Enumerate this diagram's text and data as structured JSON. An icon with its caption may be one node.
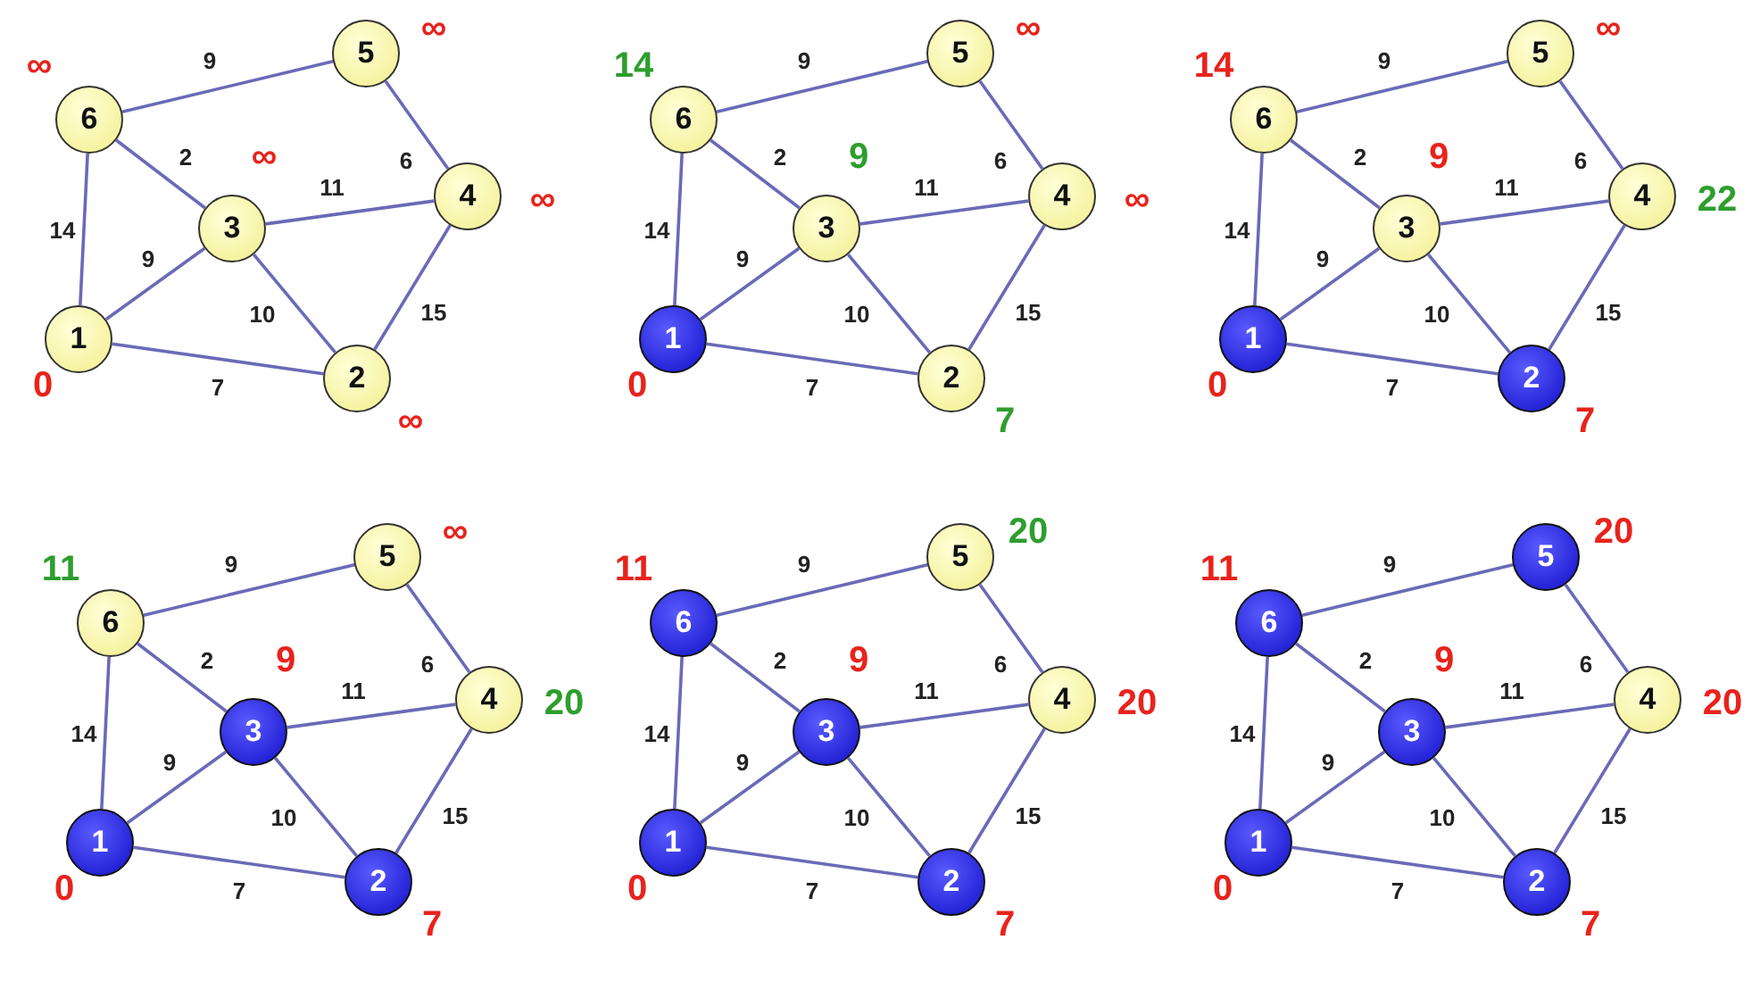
{
  "diagram": {
    "nodes": [
      {
        "text": [
          "6"
        ],
        "beside": [
          "∞"
        ]
      },
      {
        "text": [
          "5"
        ],
        "beside": [
          "∞"
        ]
      },
      {
        "text": [
          "3"
        ],
        "beside": [
          "∞"
        ]
      },
      {
        "text": [
          "4"
        ],
        "beside": [
          "∞"
        ]
      },
      {
        "text": [
          "1"
        ],
        "beside": [
          "0"
        ]
      },
      {
        "text": [
          "2"
        ],
        "beside": [
          "∞"
        ]
      },
      {
        "text": [
          "6"
        ],
        "beside": [
          "14"
        ]
      },
      {
        "text": [
          "5"
        ],
        "beside": [
          "∞"
        ]
      },
      {
        "text": [
          "3"
        ],
        "beside": [
          "9"
        ]
      },
      {
        "text": [
          "4"
        ],
        "beside": [
          "∞"
        ]
      },
      {
        "text": [
          "1"
        ],
        "beside": [
          "0"
        ]
      },
      {
        "text": [
          "2"
        ],
        "beside": [
          "7"
        ]
      },
      {
        "text": [
          "6"
        ],
        "beside": [
          "14"
        ]
      },
      {
        "text": [
          "5"
        ],
        "beside": [
          "∞"
        ]
      },
      {
        "text": [
          "3"
        ],
        "beside": [
          "9"
        ]
      },
      {
        "text": [
          "4"
        ],
        "beside": [
          "22"
        ]
      },
      {
        "text": [
          "1"
        ],
        "beside": [
          "0"
        ]
      },
      {
        "text": [
          "2"
        ],
        "beside": [
          "7"
        ]
      },
      {
        "text": [
          "6"
        ],
        "beside": [
          "11"
        ]
      },
      {
        "text": [
          "5"
        ],
        "beside": [
          "∞"
        ]
      },
      {
        "text": [
          "3"
        ],
        "beside": [
          "9"
        ]
      },
      {
        "text": [
          "4"
        ],
        "beside": [
          "20"
        ]
      },
      {
        "text": [
          "1"
        ],
        "beside": [
          "0"
        ]
      },
      {
        "text": [
          "2"
        ],
        "beside": [
          "7"
        ]
      },
      {
        "text": [
          "6"
        ],
        "beside": [
          "11"
        ]
      },
      {
        "text": [
          "5"
        ],
        "beside": [
          "20"
        ]
      },
      {
        "text": [
          "3"
        ],
        "beside": [
          "9"
        ]
      },
      {
        "text": [
          "4"
        ],
        "beside": [
          "20"
        ]
      },
      {
        "text": [
          "1"
        ],
        "beside": [
          "0"
        ]
      },
      {
        "text": [
          "2"
        ],
        "beside": [
          "7"
        ]
      },
      {
        "text": [
          "6"
        ],
        "beside": [
          "11"
        ]
      },
      {
        "text": [
          "5"
        ],
        "beside": [
          "20"
        ]
      },
      {
        "text": [
          "3"
        ],
        "beside": [
          "9"
        ]
      },
      {
        "text": [
          "4"
        ],
        "beside": [
          "20"
        ]
      },
      {
        "text": [
          "1"
        ],
        "beside": [
          "0"
        ]
      },
      {
        "text": [
          "2"
        ],
        "beside": [
          "7"
        ]
      }
    ],
    "edges": [
      {
        "from": 0,
        "to": 1,
        "arrow": "none",
        "label": "9"
      },
      {
        "from": 0,
        "to": 2,
        "arrow": "none",
        "label": "2"
      },
      {
        "from": 0,
        "to": 4,
        "arrow": "none",
        "label": "14"
      },
      {
        "from": 1,
        "to": 3,
        "arrow": "none",
        "label": "6"
      },
      {
        "from": 2,
        "to": 3,
        "arrow": "none",
        "label": "11"
      },
      {
        "from": 4,
        "to": 2,
        "arrow": "none",
        "label": "9"
      },
      {
        "from": 2,
        "to": 5,
        "arrow": "none",
        "label": "10"
      },
      {
        "from": 3,
        "to": 5,
        "arrow": "none",
        "label": "15"
      },
      {
        "from": 4,
        "to": 5,
        "arrow": "none",
        "label": "7"
      },
      {
        "from": 6,
        "to": 7,
        "arrow": "none",
        "label": "9"
      },
      {
        "from": 6,
        "to": 8,
        "arrow": "none",
        "label": "2"
      },
      {
        "from": 6,
        "to": 10,
        "arrow": "none",
        "label": "14"
      },
      {
        "from": 7,
        "to": 9,
        "arrow": "none",
        "label": "6"
      },
      {
        "from": 8,
        "to": 9,
        "arrow": "none",
        "label": "11"
      },
      {
        "from": 10,
        "to": 8,
        "arrow": "none",
        "label": "9"
      },
      {
        "from": 8,
        "to": 11,
        "arrow": "none",
        "label": "10"
      },
      {
        "from": 9,
        "to": 11,
        "arrow": "none",
        "label": "15"
      },
      {
        "from": 10,
        "to": 11,
        "arrow": "none",
        "label": "7"
      },
      {
        "from": 12,
        "to": 13,
        "arrow": "none",
        "label": "9"
      },
      {
        "from": 12,
        "to": 14,
        "arrow": "none",
        "label": "2"
      },
      {
        "from": 12,
        "to": 16,
        "arrow": "none",
        "label": "14"
      },
      {
        "from": 13,
        "to": 15,
        "arrow": "none",
        "label": "6"
      },
      {
        "from": 14,
        "to": 15,
        "arrow": "none",
        "label": "11"
      },
      {
        "from": 16,
        "to": 14,
        "arrow": "none",
        "label": "9"
      },
      {
        "from": 14,
        "to": 17,
        "arrow": "none",
        "label": "10"
      },
      {
        "from": 15,
        "to": 17,
        "arrow": "none",
        "label": "15"
      },
      {
        "from": 16,
        "to": 17,
        "arrow": "none",
        "label": "7"
      },
      {
        "from": 18,
        "to": 19,
        "arrow": "none",
        "label": "9"
      },
      {
        "from": 18,
        "to": 20,
        "arrow": "none",
        "label": "2"
      },
      {
        "from": 18,
        "to": 22,
        "arrow": "none",
        "label": "14"
      },
      {
        "from": 19,
        "to": 21,
        "arrow": "none",
        "label": "6"
      },
      {
        "from": 20,
        "to": 21,
        "arrow": "none",
        "label": "11"
      },
      {
        "from": 22,
        "to": 20,
        "arrow": "none",
        "label": "9"
      },
      {
        "from": 20,
        "to": 23,
        "arrow": "none",
        "label": "10"
      },
      {
        "from": 21,
        "to": 23,
        "arrow": "none",
        "label": "15"
      },
      {
        "from": 22,
        "to": 23,
        "arrow": "none",
        "label": "7"
      },
      {
        "from": 24,
        "to": 25,
        "arrow": "none",
        "label": "9"
      },
      {
        "from": 24,
        "to": 26,
        "arrow": "none",
        "label": "2"
      },
      {
        "from": 24,
        "to": 28,
        "arrow": "none",
        "label": "14"
      },
      {
        "from": 25,
        "to": 27,
        "arrow": "none",
        "label": "6"
      },
      {
        "from": 26,
        "to": 27,
        "arrow": "none",
        "label": "11"
      },
      {
        "from": 28,
        "to": 26,
        "arrow": "none",
        "label": "9"
      },
      {
        "from": 26,
        "to": 29,
        "arrow": "none",
        "label": "10"
      },
      {
        "from": 27,
        "to": 29,
        "arrow": "none",
        "label": "15"
      },
      {
        "from": 28,
        "to": 29,
        "arrow": "none",
        "label": "7"
      },
      {
        "from": 30,
        "to": 31,
        "arrow": "none",
        "label": "9"
      },
      {
        "from": 30,
        "to": 32,
        "arrow": "none",
        "label": "2"
      },
      {
        "from": 30,
        "to": 34,
        "arrow": "none",
        "label": "14"
      },
      {
        "from": 31,
        "to": 33,
        "arrow": "none",
        "label": "6"
      },
      {
        "from": 32,
        "to": 33,
        "arrow": "none",
        "label": "11"
      },
      {
        "from": 34,
        "to": 32,
        "arrow": "none",
        "label": "9"
      },
      {
        "from": 32,
        "to": 35,
        "arrow": "none",
        "label": "10"
      },
      {
        "from": 33,
        "to": 35,
        "arrow": "none",
        "label": "15"
      },
      {
        "from": 34,
        "to": 35,
        "arrow": "none",
        "label": "7"
      }
    ]
  }
}
